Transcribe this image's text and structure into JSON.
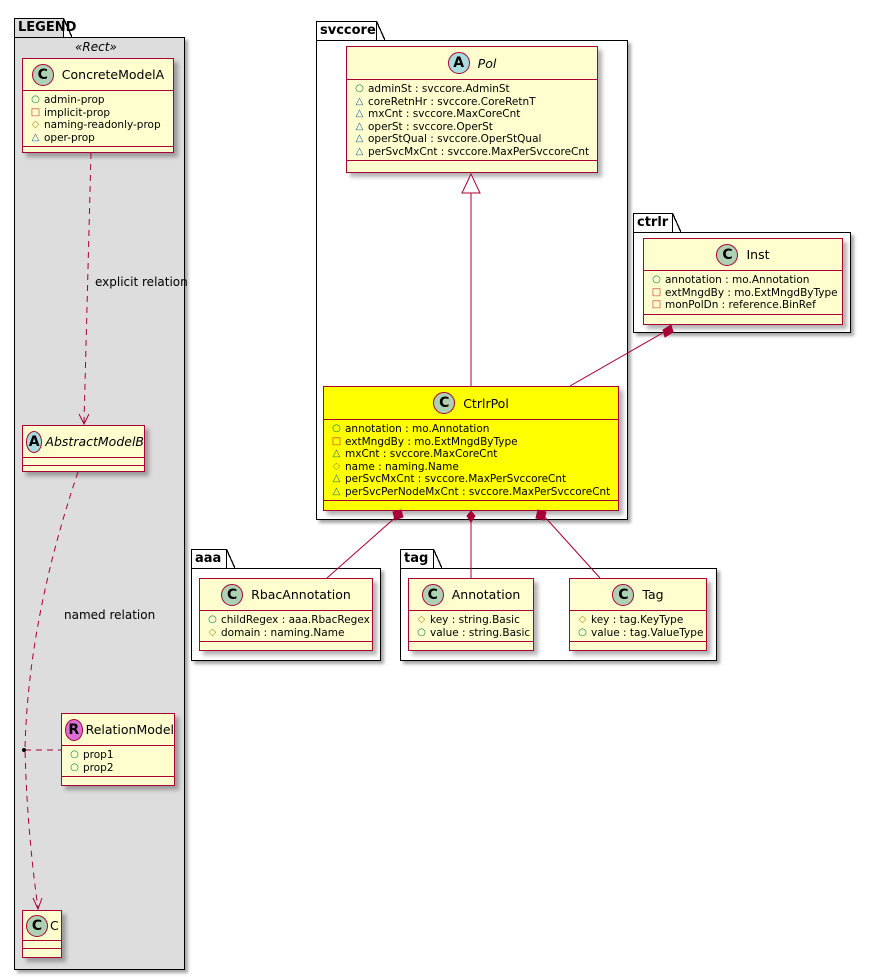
{
  "packages": {
    "legend": "LEGEND",
    "svccore": "svccore",
    "ctrlr": "ctrlr",
    "aaa": "aaa",
    "tag": "tag"
  },
  "legend": {
    "stereotype": "«Rect»",
    "concrete": {
      "name": "ConcreteModelA",
      "kind": "C",
      "attrs": [
        {
          "vis": "public",
          "text": "admin-prop"
        },
        {
          "vis": "private",
          "text": "implicit-prop"
        },
        {
          "vis": "protected",
          "text": "naming-readonly-prop"
        },
        {
          "vis": "package",
          "text": "oper-prop"
        }
      ]
    },
    "abstract": {
      "name": "AbstractModelB",
      "kind": "A"
    },
    "relation_model": {
      "name": "RelationModel",
      "kind": "R",
      "attrs": [
        {
          "vis": "public",
          "text": "prop1"
        },
        {
          "vis": "public",
          "text": "prop2"
        }
      ]
    },
    "c": {
      "name": "C",
      "kind": "C"
    },
    "explicit_relation_label": "explicit relation",
    "named_relation_label": "named relation"
  },
  "classes": {
    "pol": {
      "name": "Pol",
      "kind": "A",
      "attrs": [
        {
          "vis": "public",
          "text": "adminSt : svccore.AdminSt"
        },
        {
          "vis": "package",
          "text": "coreRetnHr : svccore.CoreRetnT"
        },
        {
          "vis": "package",
          "text": "mxCnt : svccore.MaxCoreCnt"
        },
        {
          "vis": "package",
          "text": "operSt : svccore.OperSt"
        },
        {
          "vis": "package",
          "text": "operStQual : svccore.OperStQual"
        },
        {
          "vis": "package",
          "text": "perSvcMxCnt : svccore.MaxPerSvccoreCnt"
        }
      ]
    },
    "ctrlrpol": {
      "name": "CtrlrPol",
      "kind": "C",
      "highlight": "#ffff00",
      "attrs": [
        {
          "vis": "public",
          "text": "annotation : mo.Annotation"
        },
        {
          "vis": "private",
          "text": "extMngdBy : mo.ExtMngdByType"
        },
        {
          "vis": "package",
          "text": "mxCnt : svccore.MaxCoreCnt"
        },
        {
          "vis": "protected",
          "text": "name : naming.Name"
        },
        {
          "vis": "package",
          "text": "perSvcMxCnt : svccore.MaxPerSvccoreCnt"
        },
        {
          "vis": "package",
          "text": "perSvcPerNodeMxCnt : svccore.MaxPerSvccoreCnt"
        }
      ]
    },
    "inst": {
      "name": "Inst",
      "kind": "C",
      "attrs": [
        {
          "vis": "public",
          "text": "annotation : mo.Annotation"
        },
        {
          "vis": "private",
          "text": "extMngdBy : mo.ExtMngdByType"
        },
        {
          "vis": "private",
          "text": "monPolDn : reference.BinRef"
        }
      ]
    },
    "rbac": {
      "name": "RbacAnnotation",
      "kind": "C",
      "attrs": [
        {
          "vis": "public",
          "text": "childRegex : aaa.RbacRegex"
        },
        {
          "vis": "protected",
          "text": "domain : naming.Name"
        }
      ]
    },
    "annotation": {
      "name": "Annotation",
      "kind": "C",
      "attrs": [
        {
          "vis": "protected",
          "text": "key : string.Basic"
        },
        {
          "vis": "public",
          "text": "value : string.Basic"
        }
      ]
    },
    "tag": {
      "name": "Tag",
      "kind": "C",
      "attrs": [
        {
          "vis": "protected",
          "text": "key : tag.KeyType"
        },
        {
          "vis": "public",
          "text": "value : tag.ValueType"
        }
      ]
    }
  },
  "relations": [
    {
      "from": "ctrlrpol",
      "to": "pol",
      "type": "generalization"
    },
    {
      "from": "inst",
      "to": "ctrlrpol",
      "type": "composition"
    },
    {
      "from": "ctrlrpol",
      "to": "rbac",
      "type": "composition"
    },
    {
      "from": "ctrlrpol",
      "to": "annotation",
      "type": "composition"
    },
    {
      "from": "ctrlrpol",
      "to": "tag",
      "type": "composition"
    },
    {
      "from": "legend.concrete",
      "to": "legend.abstract",
      "type": "dependency",
      "label": "explicit relation"
    },
    {
      "from": "legend.abstract",
      "to": "legend.c",
      "type": "dependency",
      "label": "named relation",
      "via": "legend.relation_model"
    }
  ],
  "colors": {
    "class_fill": "#fefece",
    "class_border": "#a80036",
    "highlight_fill": "#ffff00",
    "legend_fill": "#dddddd",
    "vis_public": "#038048",
    "vis_private": "#c82930",
    "vis_protected": "#b38d22",
    "vis_package": "#1963a0"
  }
}
